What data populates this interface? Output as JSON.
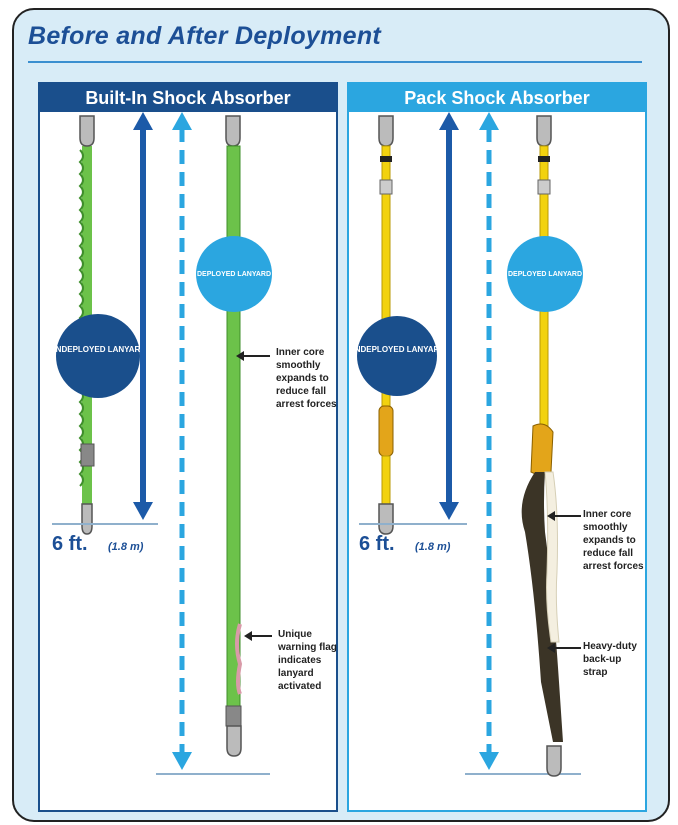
{
  "title": "Before and After Deployment",
  "panels": [
    {
      "heading": "Built-In Shock Absorber",
      "undeployed_label": "UNDEPLOYED LANYARD",
      "deployed_label": "DEPLOYED LANYARD",
      "length_main": "6 ft.",
      "length_metric": "(1.8 m)",
      "callouts": [
        {
          "text": "Inner core smoothly expands to reduce fall arrest forces"
        },
        {
          "text": "Unique warning flag indicates lanyard activated"
        }
      ],
      "colors": {
        "lanyard": "#6cc24a",
        "lanyard_dark": "#3f8f2b"
      }
    },
    {
      "heading": "Pack Shock Absorber",
      "undeployed_label": "UNDEPLOYED LANYARD",
      "deployed_label": "DEPLOYED LANYARD",
      "length_main": "6 ft.",
      "length_metric": "(1.8 m)",
      "callouts": [
        {
          "text": "Inner core smoothly expands to reduce fall arrest forces"
        },
        {
          "text": "Heavy-duty back-up strap"
        }
      ],
      "colors": {
        "lanyard": "#f2d20f",
        "lanyard_dark": "#b99a06"
      }
    }
  ],
  "colors": {
    "arrow_solid": "#1c5aa8",
    "arrow_dashed": "#2ba6e0",
    "badge_dark": "#1a4f8c",
    "badge_light": "#2ba6e0",
    "accent_text": "#1c4f96"
  }
}
